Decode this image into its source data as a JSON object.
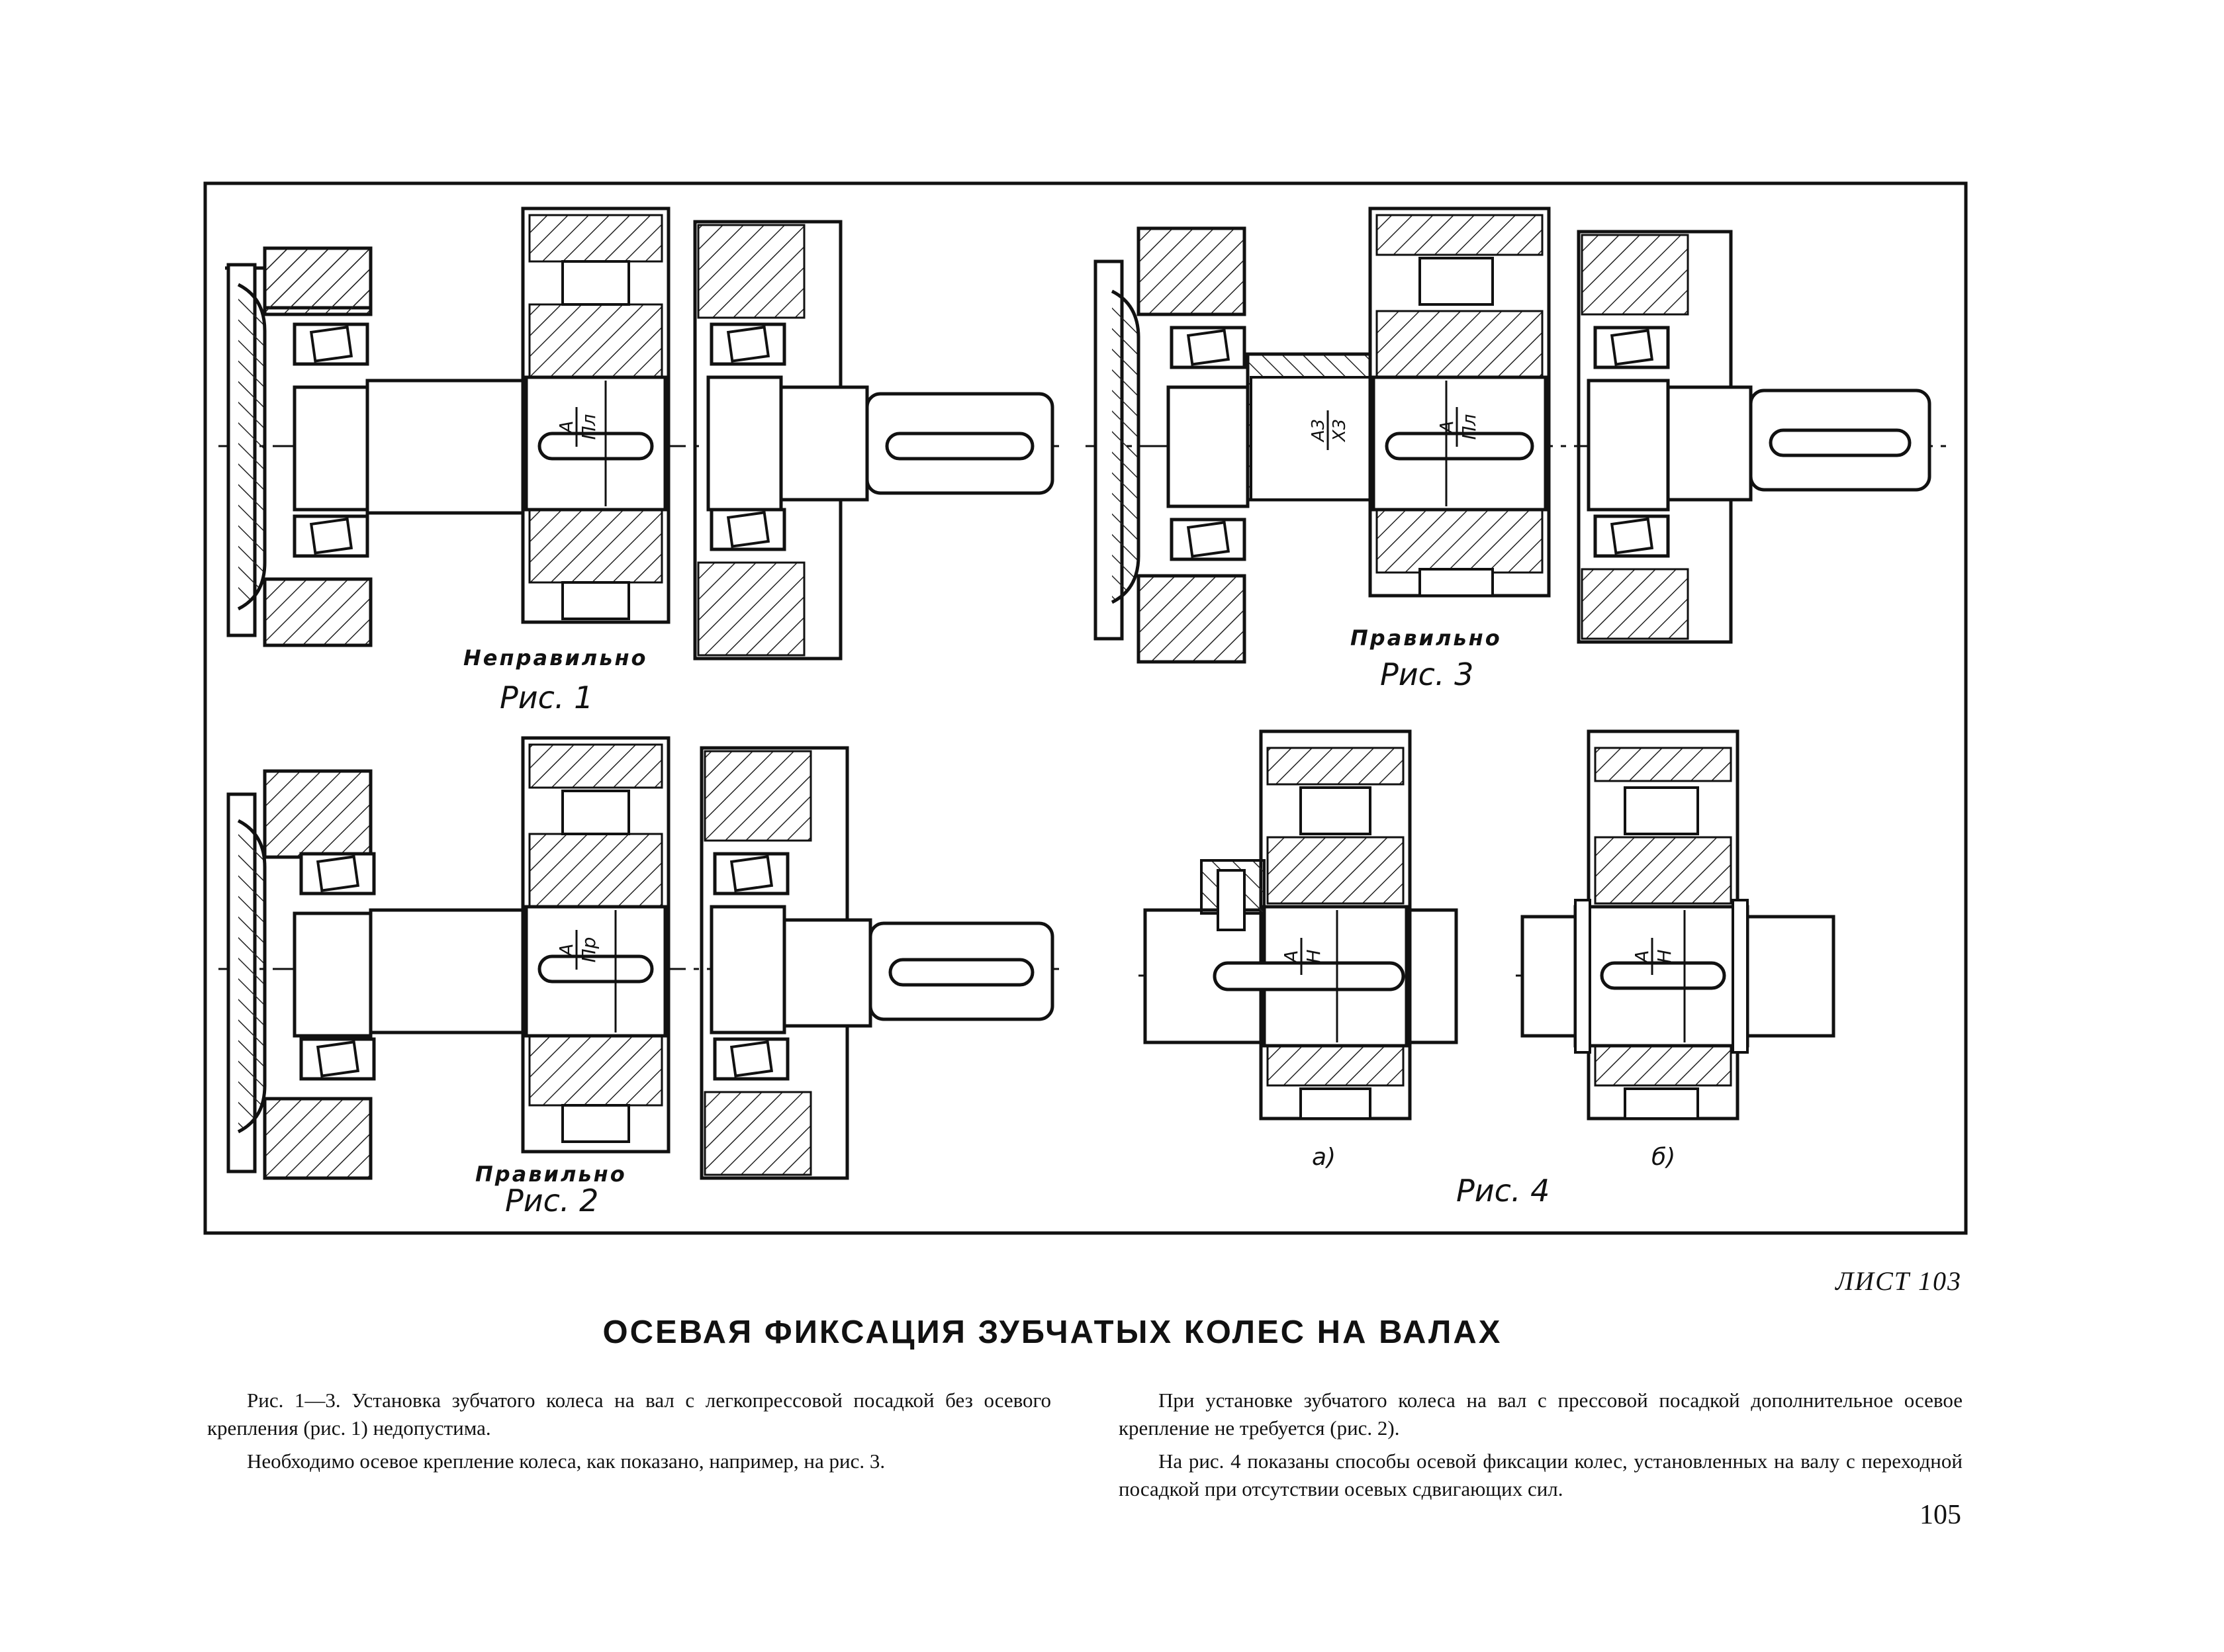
{
  "figures": {
    "fig1": {
      "verdict": "Неправильно",
      "caption": "Рис. 1",
      "fit_top": "А",
      "fit_bottom": "Пл"
    },
    "fig2": {
      "verdict": "Правильно",
      "caption": "Рис. 2",
      "fit_top": "А",
      "fit_bottom": "Пр"
    },
    "fig3": {
      "verdict": "Правильно",
      "caption": "Рис. 3",
      "fit_top": "А",
      "fit_bottom": "Пл",
      "fit2_top": "А3",
      "fit2_bottom": "Х3"
    },
    "fig4": {
      "caption": "Рис. 4",
      "part_a": "а)",
      "part_b": "б)",
      "fit_top": "А",
      "fit_bottom": "Н"
    }
  },
  "sheet_label": "ЛИСТ 103",
  "title": "ОСЕВАЯ ФИКСАЦИЯ ЗУБЧАТЫХ КОЛЕС НА ВАЛАХ",
  "text": {
    "left_p1": "Рис. 1—3. Установка зубчатого колеса на вал с легкопрессовой посадкой без осевого крепления (рис. 1) недопустима.",
    "left_p2": "Необходимо осевое крепление колеса, как показано, например, на рис. 3.",
    "right_p1": "При установке зубчатого колеса на вал с прессовой посадкой дополнительное осевое крепление не требуется (рис. 2).",
    "right_p2": "На рис. 4 показаны способы осевой фиксации колес, установленных на валу с переходной посадкой при отсутствии осевых сдвигающих сил."
  },
  "page_number": "105"
}
